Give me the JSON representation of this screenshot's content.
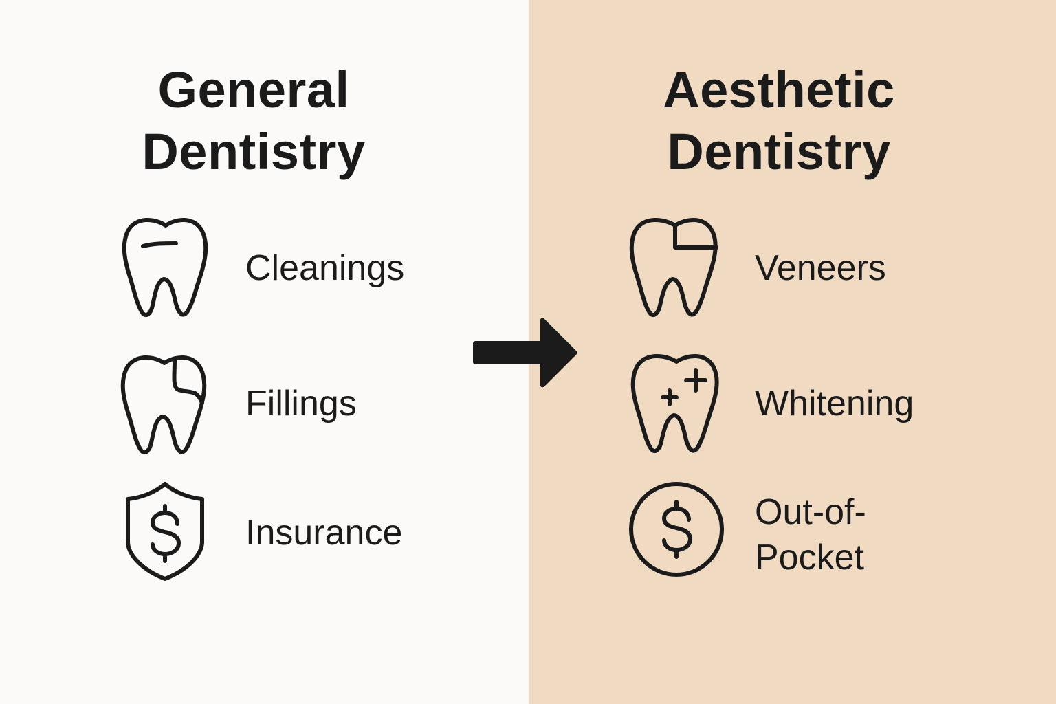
{
  "colors": {
    "left_bg": "#fcfaf8",
    "right_bg": "#f0dbc2",
    "ink": "#1b1b1b"
  },
  "left": {
    "title_line1": "General",
    "title_line2": "Dentistry",
    "items": [
      {
        "label": "Cleanings",
        "icon": "tooth-with-line-icon"
      },
      {
        "label": "Fillings",
        "icon": "tooth-with-filling-icon"
      },
      {
        "label": "Insurance",
        "icon": "shield-dollar-icon"
      }
    ]
  },
  "right": {
    "title_line1": "Aesthetic",
    "title_line2": "Dentistry",
    "items": [
      {
        "label": "Veneers",
        "icon": "tooth-with-veneer-icon"
      },
      {
        "label": "Whitening",
        "icon": "tooth-sparkle-icon"
      },
      {
        "label_line1": "Out-of-",
        "label_line2": "Pocket",
        "icon": "dollar-circle-icon"
      }
    ]
  },
  "connector": {
    "icon": "right-arrow-icon"
  }
}
